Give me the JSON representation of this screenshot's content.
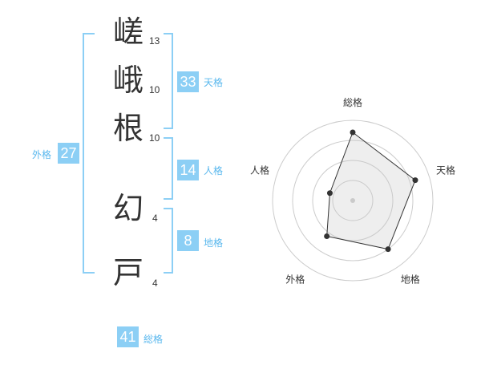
{
  "name": {
    "chars": [
      {
        "kanji": "嵯",
        "strokes": "13"
      },
      {
        "kanji": "峨",
        "strokes": "10"
      },
      {
        "kanji": "根",
        "strokes": "10"
      },
      {
        "kanji": "幻",
        "strokes": "4"
      },
      {
        "kanji": "戸",
        "strokes": "4"
      }
    ]
  },
  "fortune": {
    "tenkaku": {
      "value": "33",
      "label": "天格"
    },
    "jinkaku": {
      "value": "14",
      "label": "人格"
    },
    "chikaku": {
      "value": "8",
      "label": "地格"
    },
    "gaikaku": {
      "value": "27",
      "label": "外格"
    },
    "soukaku": {
      "value": "41",
      "label": "総格"
    }
  },
  "chart_data": {
    "type": "radar",
    "axes": [
      "総格",
      "天格",
      "地格",
      "外格",
      "人格"
    ],
    "values": [
      0.85,
      0.82,
      0.75,
      0.55,
      0.3
    ],
    "max": 1,
    "rings": 4
  },
  "colors": {
    "accent": "#8ccff5",
    "accent_text": "#5ab8ee",
    "bracket": "#8ccff5"
  }
}
